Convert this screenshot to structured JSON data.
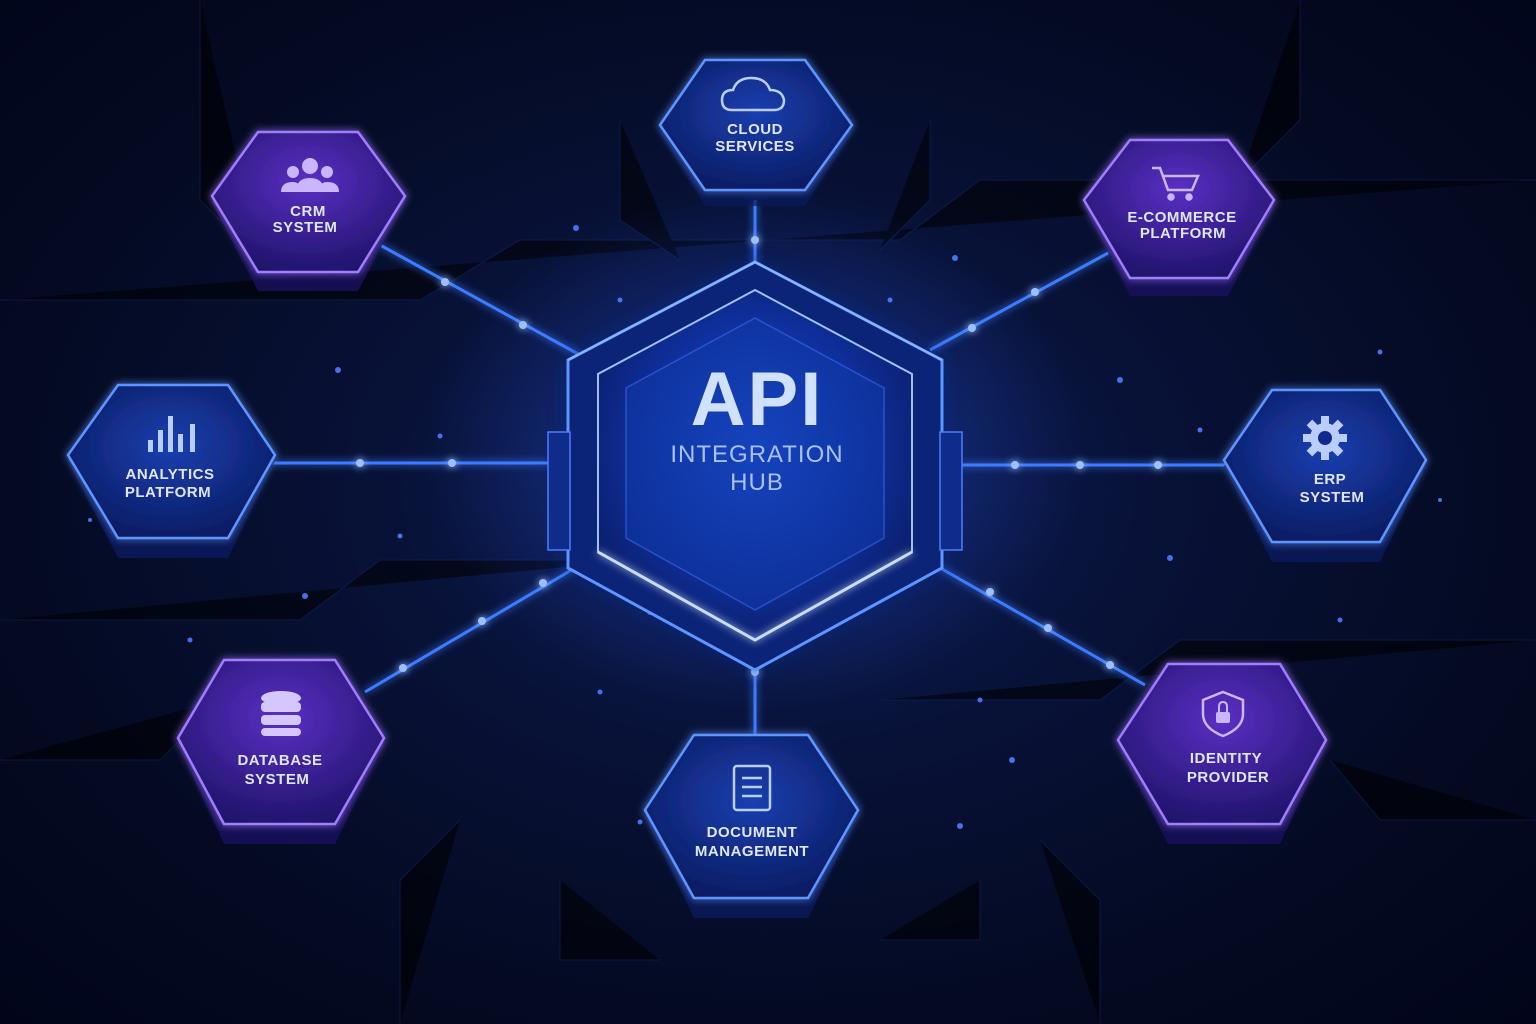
{
  "hub": {
    "title": "API",
    "subtitle_line1": "INTEGRATION",
    "subtitle_line2": "HUB"
  },
  "nodes": [
    {
      "id": "cloud",
      "line1": "CLOUD",
      "line2": "SERVICES",
      "icon": "cloud-icon",
      "color": "#3f6cff"
    },
    {
      "id": "crm",
      "line1": "CRM",
      "line2": "SYSTEM",
      "icon": "users-icon",
      "color": "#8a4dff"
    },
    {
      "id": "ecommerce",
      "line1": "E-COMMERCE",
      "line2": "PLATFORM",
      "icon": "shopping-cart-icon",
      "color": "#8a4dff"
    },
    {
      "id": "analytics",
      "line1": "ANALYTICS",
      "line2": "PLATFORM",
      "icon": "bar-chart-icon",
      "color": "#3f6cff"
    },
    {
      "id": "erp",
      "line1": "ERP",
      "line2": "SYSTEM",
      "icon": "gear-icon",
      "color": "#3f6cff"
    },
    {
      "id": "database",
      "line1": "DATABASE",
      "line2": "SYSTEM",
      "icon": "database-icon",
      "color": "#8a4dff"
    },
    {
      "id": "document",
      "line1": "DOCUMENT",
      "line2": "MANAGEMENT",
      "icon": "document-icon",
      "color": "#3f6cff"
    },
    {
      "id": "identity",
      "line1": "IDENTITY",
      "line2": "PROVIDER",
      "icon": "shield-lock-icon",
      "color": "#8a4dff"
    }
  ],
  "colors": {
    "background": "#050a1e",
    "connector": "#3d7bff",
    "glow": "#6fa0ff",
    "purple_accent": "#8a4dff"
  }
}
